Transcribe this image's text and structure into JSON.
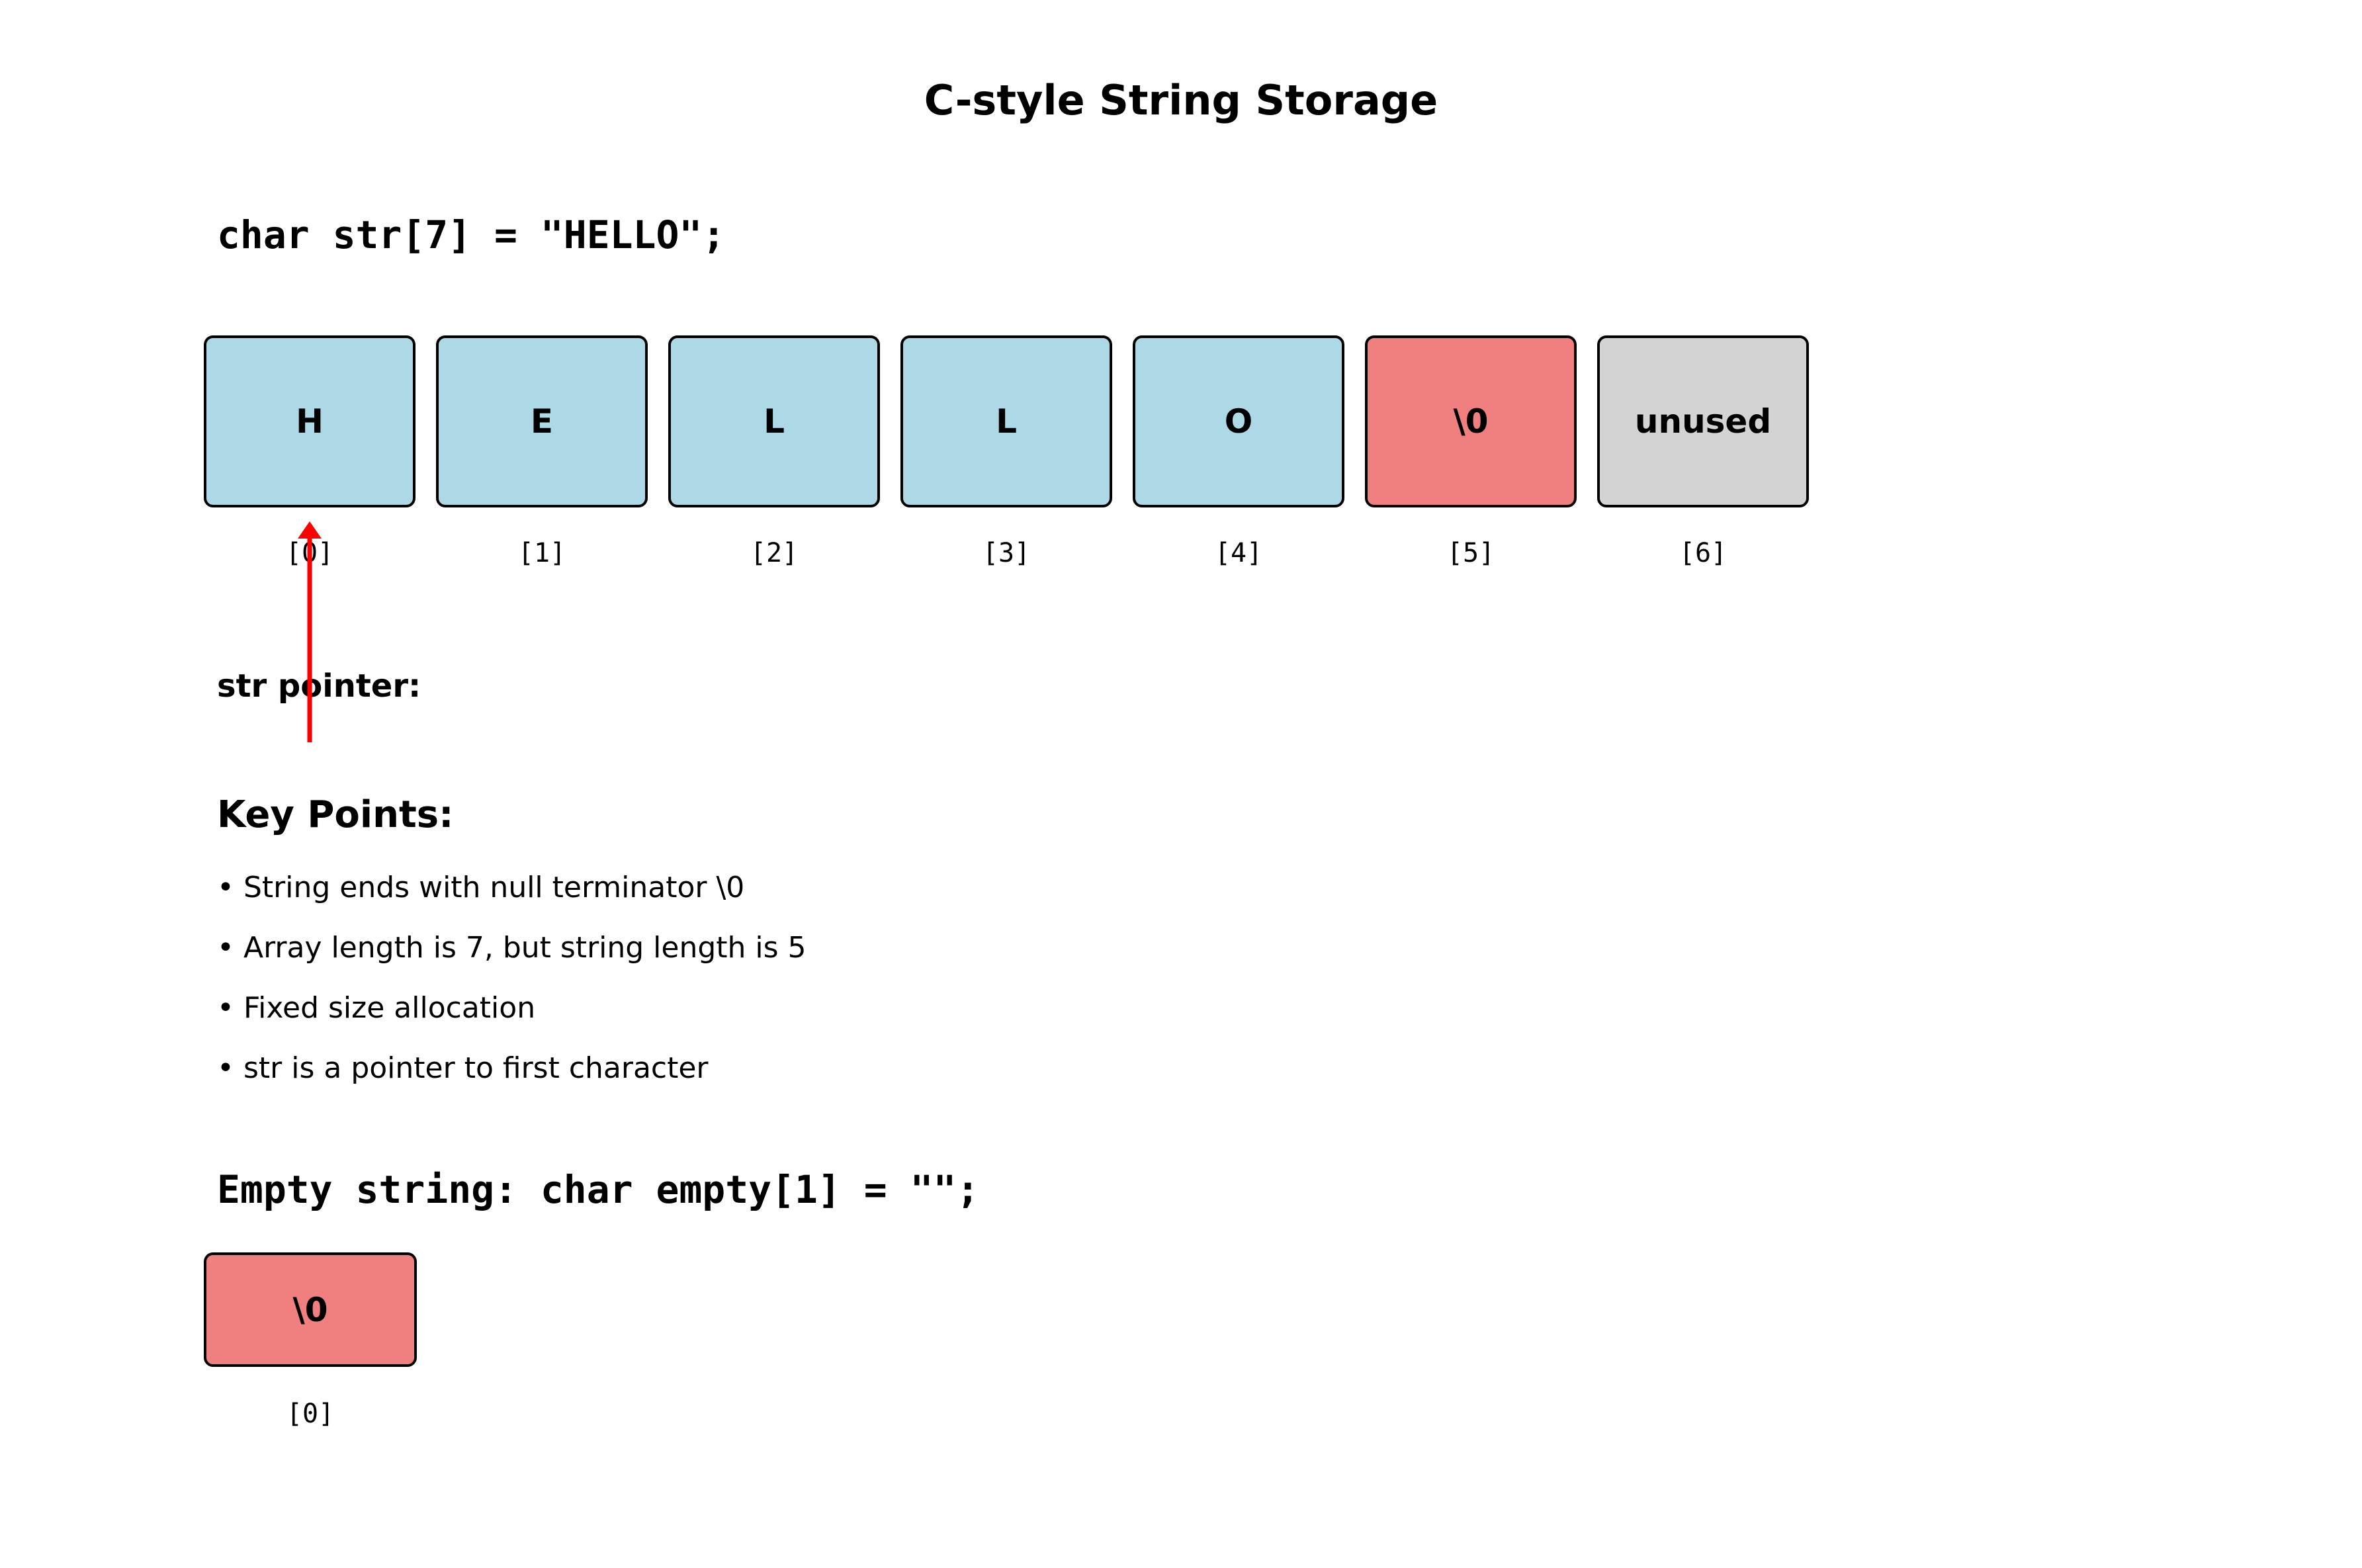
{
  "title": "C-style String Storage",
  "declaration_code": "char str[7] = \"HELLO\";",
  "array": {
    "cells": [
      {
        "char": "H",
        "index": "[0]",
        "type": "char"
      },
      {
        "char": "E",
        "index": "[1]",
        "type": "char"
      },
      {
        "char": "L",
        "index": "[2]",
        "type": "char"
      },
      {
        "char": "L",
        "index": "[3]",
        "type": "char"
      },
      {
        "char": "O",
        "index": "[4]",
        "type": "char"
      },
      {
        "char": "\\0",
        "index": "[5]",
        "type": "null-terminator"
      },
      {
        "char": "unused",
        "index": "[6]",
        "type": "unused"
      }
    ]
  },
  "pointer_label": "str pointer:",
  "key_points": {
    "heading": "Key Points:",
    "bullets": [
      "String ends with null terminator \\0",
      "Array length is 7, but string length is 5",
      "Fixed size allocation",
      "str is a pointer to first character"
    ]
  },
  "empty_string": {
    "code": "Empty string: char empty[1] = \"\";",
    "cell": {
      "char": "\\0",
      "index": "[0]"
    }
  },
  "colors": {
    "char_cell": "#ADD8E6",
    "null_cell": "#F08080",
    "unused_cell": "#D3D3D3",
    "pointer_arrow": "#FF0000"
  }
}
